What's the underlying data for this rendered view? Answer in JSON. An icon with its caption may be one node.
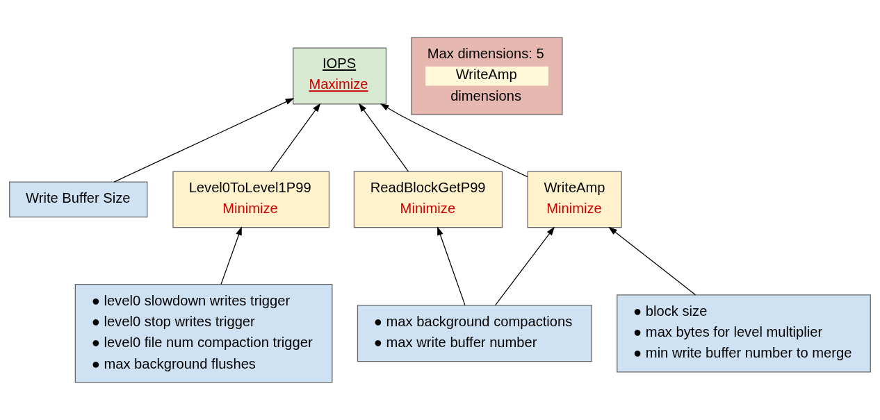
{
  "diagram": {
    "nodes": [
      {
        "text": [
          "IOPS",
          "Maximize"
        ]
      },
      {
        "text": [
          "Max dimensions: 5",
          "WriteAmp",
          "dimensions"
        ]
      },
      {
        "text": [
          "Write Buffer Size"
        ]
      },
      {
        "text": [
          "Level0ToLevel1P99",
          "Minimize"
        ]
      },
      {
        "text": [
          "ReadBlockGetP99",
          "Minimize"
        ]
      },
      {
        "text": [
          "WriteAmp",
          "Minimize"
        ]
      },
      {
        "text": [
          "● level0 slowdown writes trigger",
          "● level0 stop writes trigger",
          "● level0 file num compaction trigger",
          "● max background flushes"
        ]
      },
      {
        "text": [
          "● max background compactions",
          "● max write buffer number"
        ]
      },
      {
        "text": [
          "● block size",
          "● max bytes for level multiplier",
          "● min write buffer number to merge"
        ]
      }
    ],
    "edges": [
      {
        "from": 2,
        "to": 0,
        "arrow": "to"
      },
      {
        "from": 3,
        "to": 0,
        "arrow": "to"
      },
      {
        "from": 4,
        "to": 0,
        "arrow": "to"
      },
      {
        "from": 5,
        "to": 0,
        "arrow": "to"
      },
      {
        "from": 6,
        "to": 3,
        "arrow": "to"
      },
      {
        "from": 7,
        "to": 4,
        "arrow": "to"
      },
      {
        "from": 7,
        "to": 5,
        "arrow": "to"
      },
      {
        "from": 8,
        "to": 5,
        "arrow": "to"
      }
    ]
  }
}
